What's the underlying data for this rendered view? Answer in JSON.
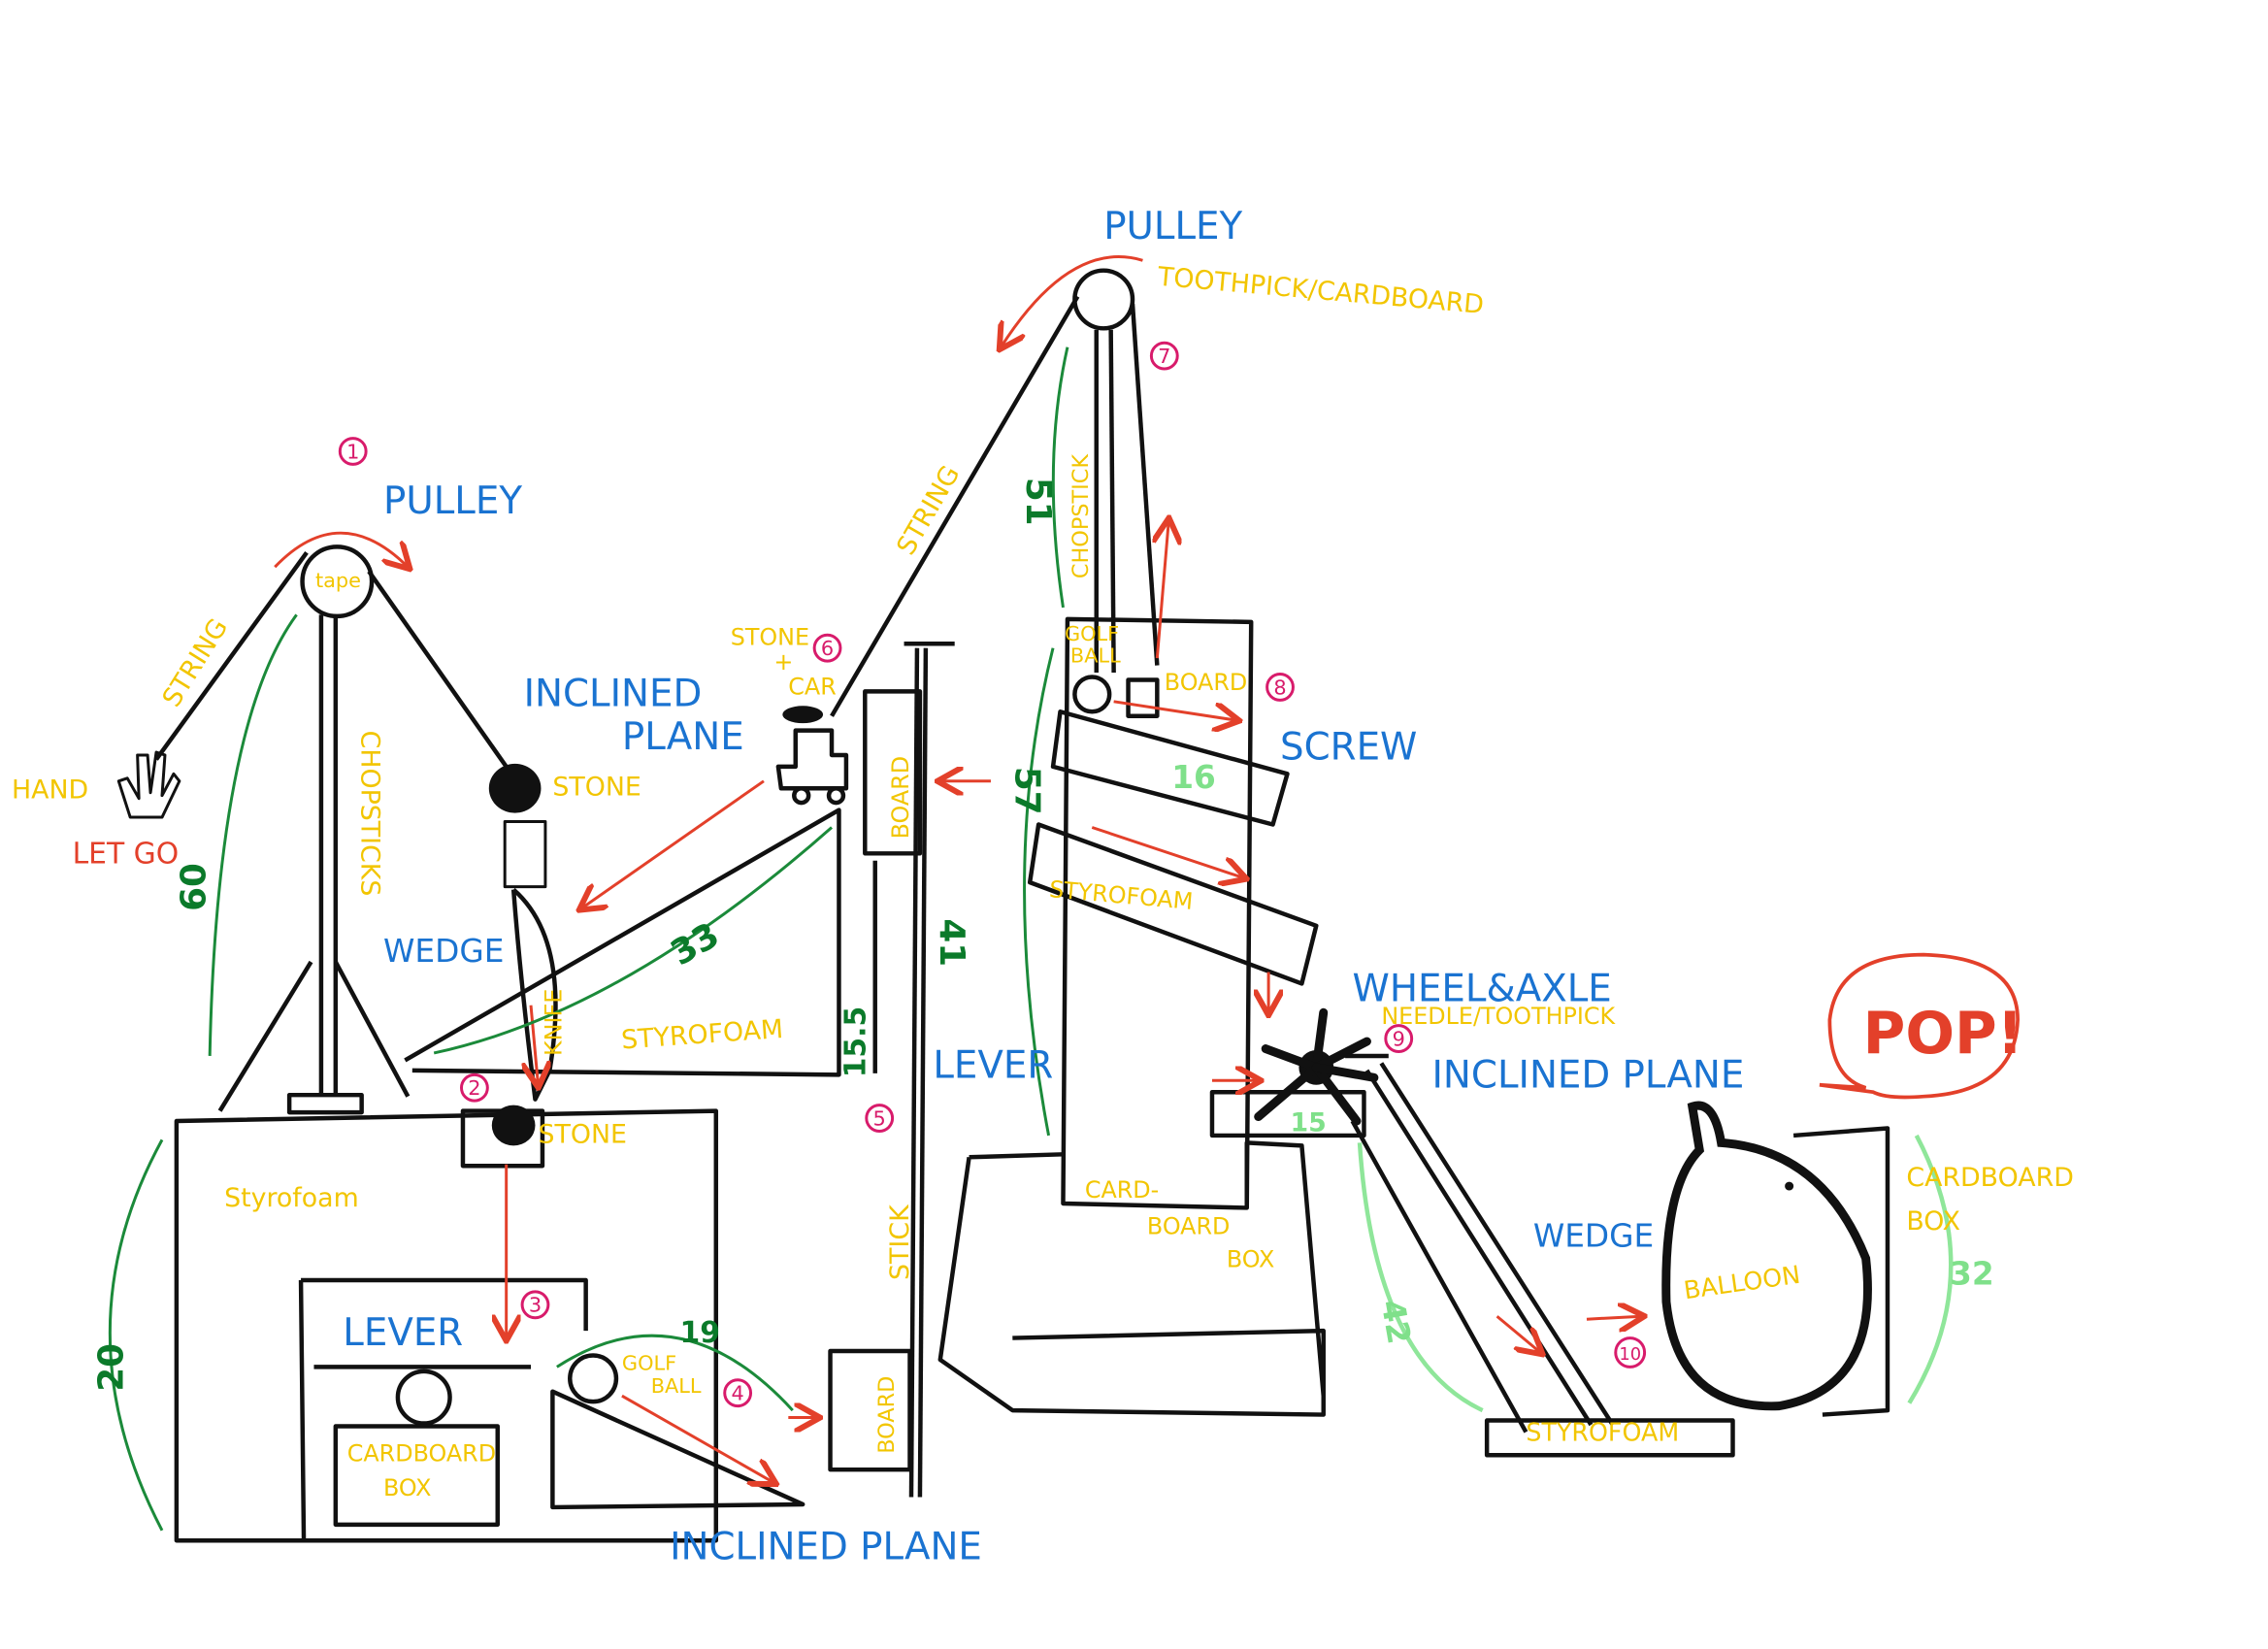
{
  "machines": {
    "pulley_top": "PULLEY",
    "pulley_left": "PULLEY",
    "inclined_plane_upper": [
      "INCLINED",
      "PLANE"
    ],
    "screw": "SCREW",
    "wedge_left": "WEDGE",
    "wheel_axle": "WHEEL&AXLE",
    "inclined_plane_right": "INCLINED PLANE",
    "lever_middle": "LEVER",
    "lever_left": "LEVER",
    "wedge_right": "WEDGE",
    "inclined_plane_bottom": "INCLINED PLANE"
  },
  "materials": {
    "toothpick_cardboard": "TOOTHPICK/CARDBOARD",
    "string_left": "STRING",
    "string_right": "STRING",
    "hand": "HAND",
    "chopsticks": "CHOPSTICKS",
    "tape": "tape",
    "stone_hanging": "STONE",
    "stone_car": [
      "STONE",
      "+",
      "CAR"
    ],
    "knife": "KNIFE",
    "styrofoam_ramp": "STYROFOAM",
    "board_upper": "BOARD",
    "chopstick": "CHOPSTICK",
    "golf_ball_upper": [
      "GOLF",
      "BALL"
    ],
    "board_screw": "BOARD",
    "styrofoam_screw": "STYROFOAM",
    "needle_toothpick": "NEEDLE/TOOTHPICK",
    "stone_lower": "STONE",
    "styrofoam_base": "Styrofoam",
    "cardboard_box_center": [
      "CARD-",
      "BOARD",
      "BOX"
    ],
    "stick": "STICK",
    "board_lower": "BOARD",
    "cardboard_box_left": [
      "CARDBOARD",
      "BOX"
    ],
    "golf_ball_lower": [
      "GOLF",
      "BALL"
    ],
    "balloon": "BALLOON",
    "cardboard_box_right": [
      "CARDBOARD",
      "BOX"
    ],
    "styrofoam_bottom": "STYROFOAM"
  },
  "actions": {
    "let_go": "LET GO",
    "pop": "POP!"
  },
  "steps": [
    "1",
    "2",
    "3",
    "4",
    "5",
    "6",
    "7",
    "8",
    "9",
    "10"
  ],
  "measurements": {
    "m60": "60",
    "m51": "51",
    "m57": "57",
    "m33": "33",
    "m41": "41",
    "m15_5": "15.5",
    "m20": "20",
    "m19": "19",
    "m16": "16",
    "m15": "15",
    "m42": "42",
    "m32": "32"
  },
  "colors": {
    "machine_label": "#1a73d1",
    "material_label": "#f2c500",
    "motion_arrow": "#e3402a",
    "step_number": "#d81b6b",
    "measurement": "#0b7a2a"
  }
}
